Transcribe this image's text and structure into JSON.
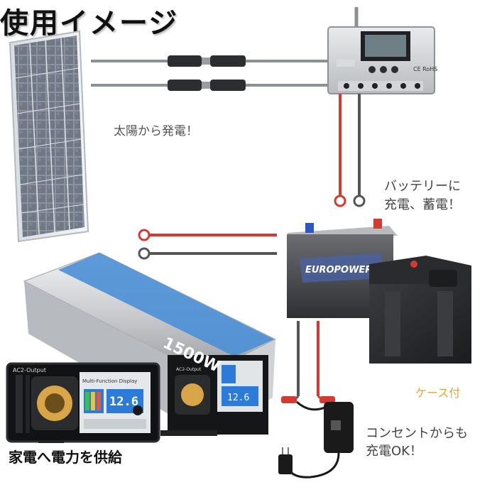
{
  "title": "使用イメージ",
  "labels": {
    "solar": "太陽から発電！",
    "battery_line1": "バッテリーに",
    "battery_line2": "充電、蓄電！",
    "case": "ケース付",
    "outlet_line1": "コンセントからも",
    "outlet_line2": "充電OK！",
    "appliance": "家電へ電力を供給"
  },
  "battery": {
    "brand": "EUROPOWER"
  },
  "inverter": {
    "power_rating": "1500W",
    "output_label": "AC2-Output",
    "display_label": "Multi-Function Display",
    "display_value": "12.6"
  },
  "controller": {
    "brand_mark": "CE RoHS"
  },
  "colors": {
    "positive_wire": "#d33a32",
    "negative_wire": "#555555",
    "panel_cell": "#7c8591",
    "inverter_stripe": "#4b8fd6",
    "lcd": "#2d7bd8",
    "case_text": "#e4a43a"
  }
}
